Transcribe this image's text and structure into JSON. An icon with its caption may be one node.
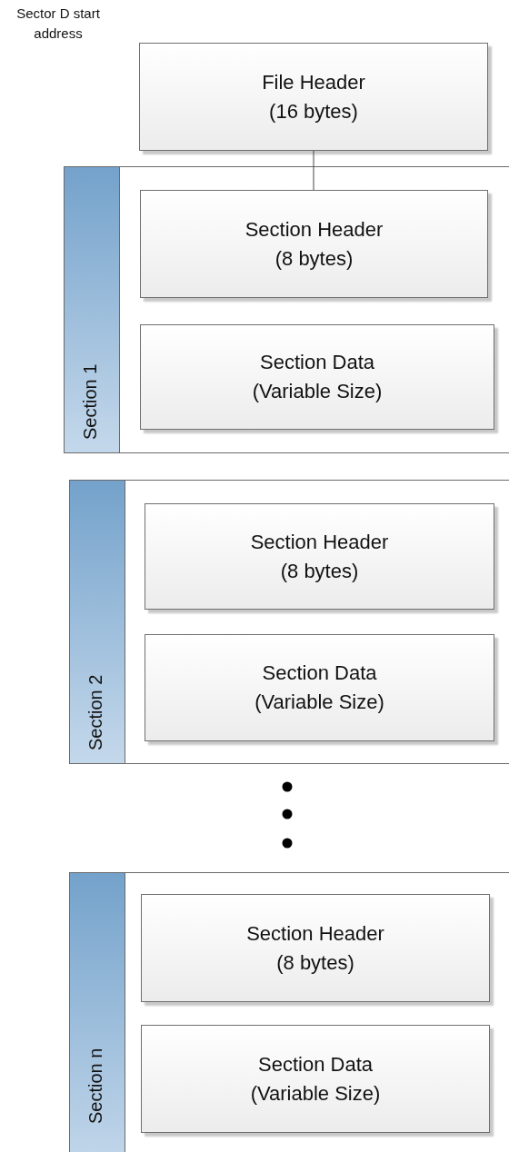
{
  "diagram": {
    "nodes": [
      {
        "text": [
          "File Header (16 bytes)"
        ]
      },
      {
        "text": [
          "Section 1"
        ]
      },
      {
        "text": [
          "Section Header (8 bytes)"
        ],
        "in": 1
      },
      {
        "text": [
          "Section Data (Variable Size)"
        ],
        "in": 1
      },
      {
        "text": [
          "Section 2"
        ]
      },
      {
        "text": [
          "Section Header (8 bytes)"
        ],
        "in": 4
      },
      {
        "text": [
          "Section Data (Variable Size)"
        ],
        "in": 4
      },
      {
        "text": [
          "Section n"
        ]
      },
      {
        "text": [
          "Section Header (8 bytes)"
        ],
        "in": 7
      },
      {
        "text": [
          "Section Data (Variable Size)"
        ],
        "in": 7
      }
    ],
    "edges": [
      {
        "from": 0,
        "to": 2,
        "arrow": "none"
      }
    ],
    "labels": [
      "Sector D start address"
    ]
  }
}
